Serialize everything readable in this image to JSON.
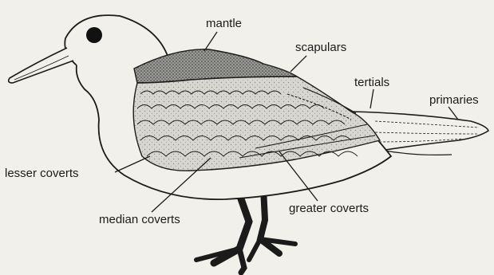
{
  "labels": {
    "mantle": "mantle",
    "scapulars": "scapulars",
    "tertials": "tertials",
    "primaries": "primaries",
    "lesser_coverts": "lesser coverts",
    "median_coverts": "median coverts",
    "greater_coverts": "greater coverts"
  },
  "colors": {
    "background": "#f2f0ea",
    "ink": "#1b1b1b",
    "mantle_fill": "#9a9a96",
    "coverts_fill": "#d8d6d0"
  }
}
